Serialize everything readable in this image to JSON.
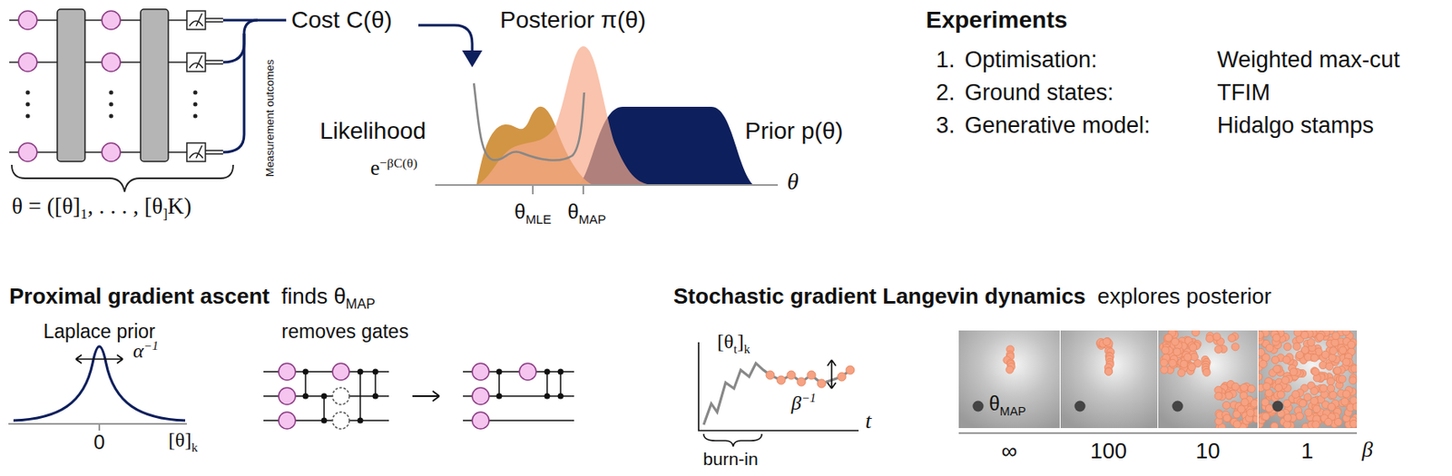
{
  "diagram": {
    "labels": [
      "θ = ([θ]1, . . . , [θ]K)",
      "Measurement outcomes",
      "Cost C(θ)",
      "Posterior π(θ)",
      "Likelihood",
      "e−βC(θ)",
      "Prior p(θ)",
      "θ",
      "θMLE",
      "θMAP",
      "Experiments",
      "1.",
      "Optimisation:",
      "Weighted max-cut",
      "2.",
      "Ground states:",
      "TFIM",
      "3.",
      "Generative model:",
      "Hidalgo stamps",
      "Proximal gradient ascent",
      "finds θMAP",
      "Laplace prior",
      "α−1",
      "0",
      "[θ]k",
      "removes gates",
      "Stochastic gradient Langevin dynamics",
      "explores posterior",
      "[θt]k",
      "β−1",
      "t",
      "burn-in",
      "θMAP",
      "∞",
      "100",
      "10",
      "1",
      "β"
    ]
  }
}
